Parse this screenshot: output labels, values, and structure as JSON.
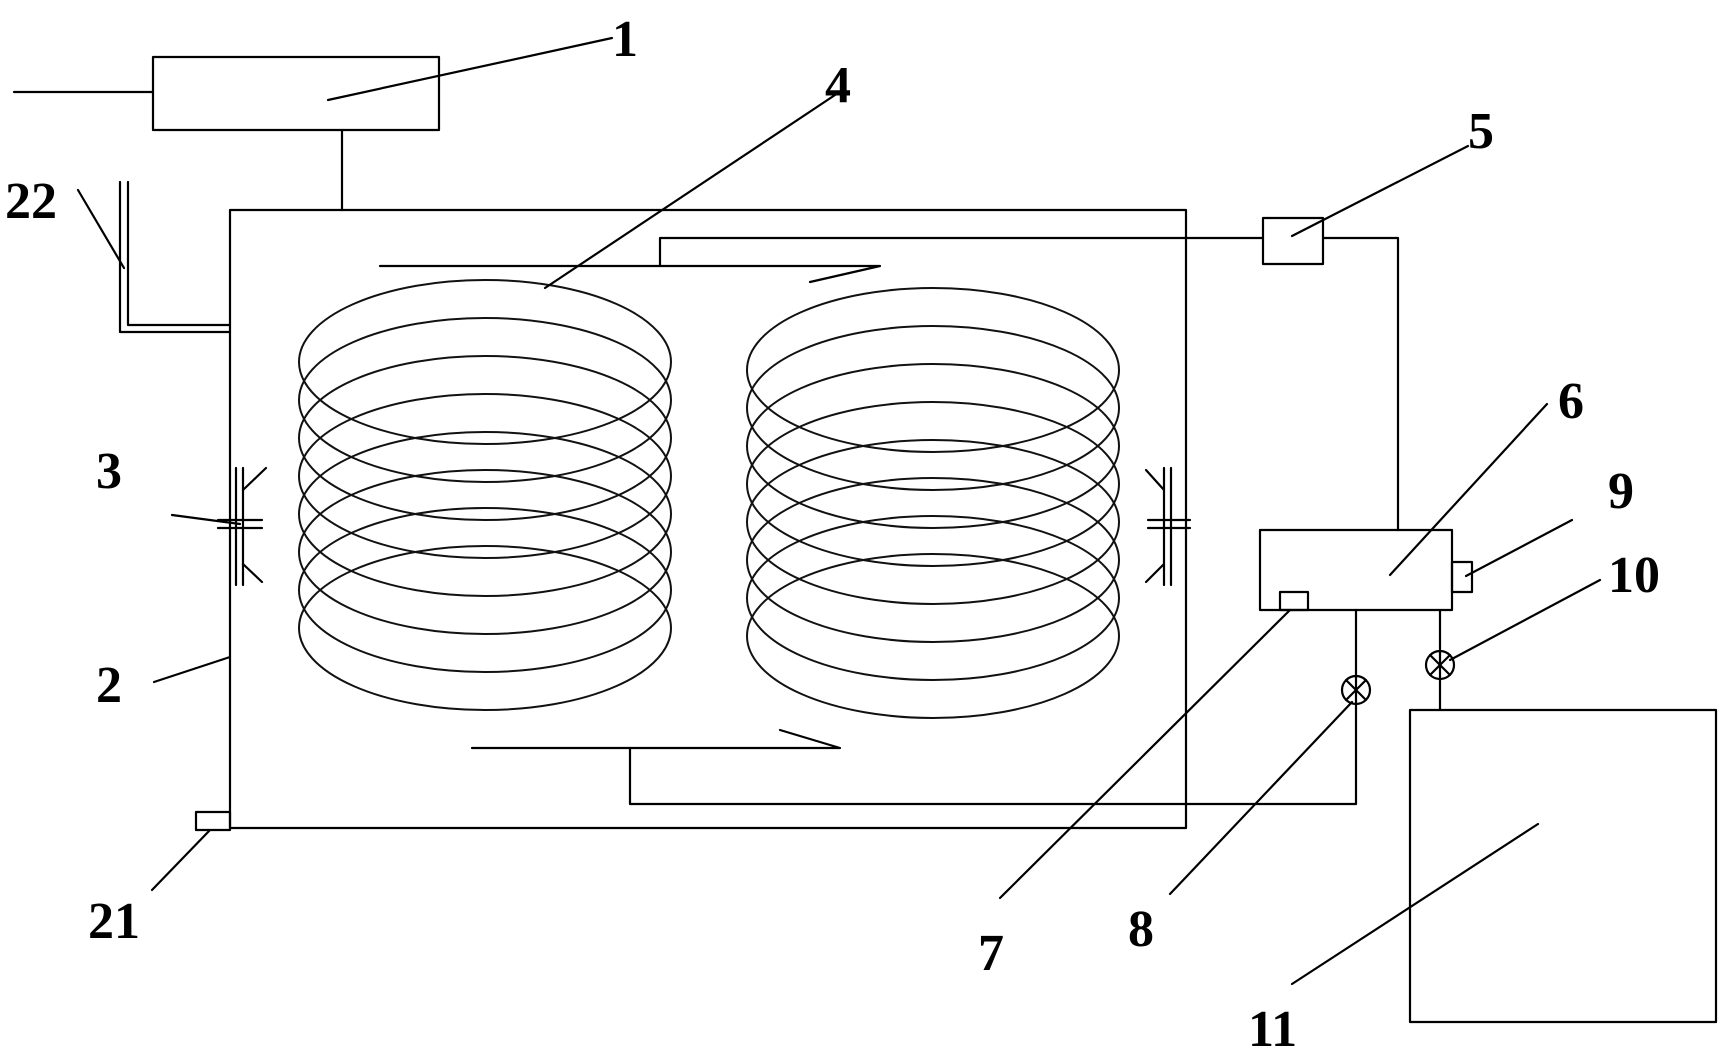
{
  "labels": {
    "l1": "1",
    "l2": "2",
    "l3": "3",
    "l4": "4",
    "l5": "5",
    "l6": "6",
    "l7": "7",
    "l8": "8",
    "l9": "9",
    "l10": "10",
    "l11": "11",
    "l21": "21",
    "l22": "22"
  }
}
